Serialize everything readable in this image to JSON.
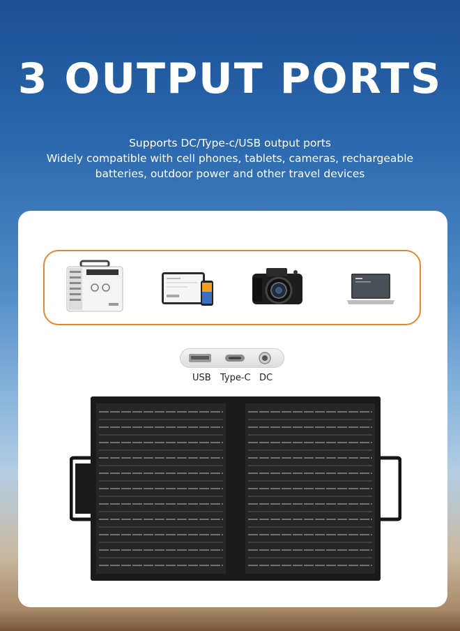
{
  "headline": "3 OUTPUT PORTS",
  "description": {
    "line1": "Supports DC/Type-c/USB output ports",
    "line2": "Widely compatible with cell phones, tablets, cameras, rechargeable",
    "line3": "batteries, outdoor power and other travel devices"
  },
  "devices": [
    {
      "name": "power-station-image"
    },
    {
      "name": "tablet-phone-image"
    },
    {
      "name": "camera-image"
    },
    {
      "name": "laptop-image"
    }
  ],
  "ports": {
    "usb_label": "USB",
    "typec_label": "Type-C",
    "dc_label": "DC"
  },
  "colors": {
    "accent_border": "#e9852e",
    "panel": "#1b1b1b",
    "card": "#ffffff"
  }
}
